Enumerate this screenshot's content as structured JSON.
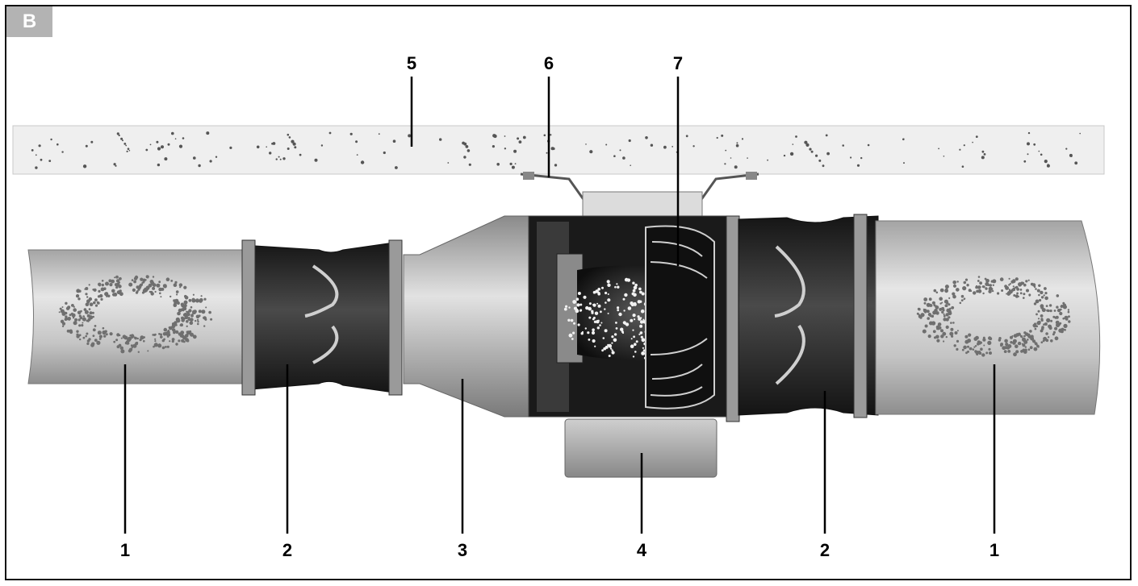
{
  "badge": "B",
  "callouts": {
    "c5": "5",
    "c6": "6",
    "c7": "7",
    "b1l": "1",
    "b2l": "2",
    "b3": "3",
    "b4": "4",
    "b2r": "2",
    "b1r": "1"
  },
  "colors": {
    "frame": "#111111",
    "ceiling": "#efefef",
    "duct": "#b9b9b9",
    "sleeve": "#262626",
    "fan_housing": "#8a8a8a",
    "badge": "#b3b3b3"
  }
}
